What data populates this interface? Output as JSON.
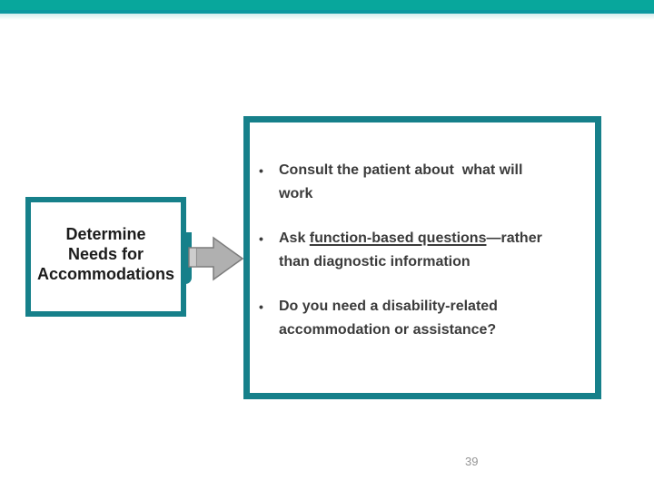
{
  "slide": {
    "page_number": "39",
    "colors": {
      "top_bar": "#08A79C",
      "accent_border": "#16808A",
      "arrow_fill": "#B0B0B0",
      "arrow_outline": "#7B7B7B",
      "body_text": "#3B3B3B",
      "step_text": "#1C1C1C",
      "page_number_text": "#959595"
    }
  },
  "left_box": {
    "title": "Determine\nNeeds for\nAccommodations"
  },
  "right_box": {
    "bullets": [
      {
        "marker": "•",
        "text": "Consult the patient about  what will\nwork"
      },
      {
        "marker": "•",
        "prefix": "Ask ",
        "underlined": "function-based questions",
        "suffix": "—rather\nthan diagnostic information"
      },
      {
        "marker": "•",
        "text": "Do you need a disability-related\naccommodation or assistance?"
      }
    ]
  }
}
